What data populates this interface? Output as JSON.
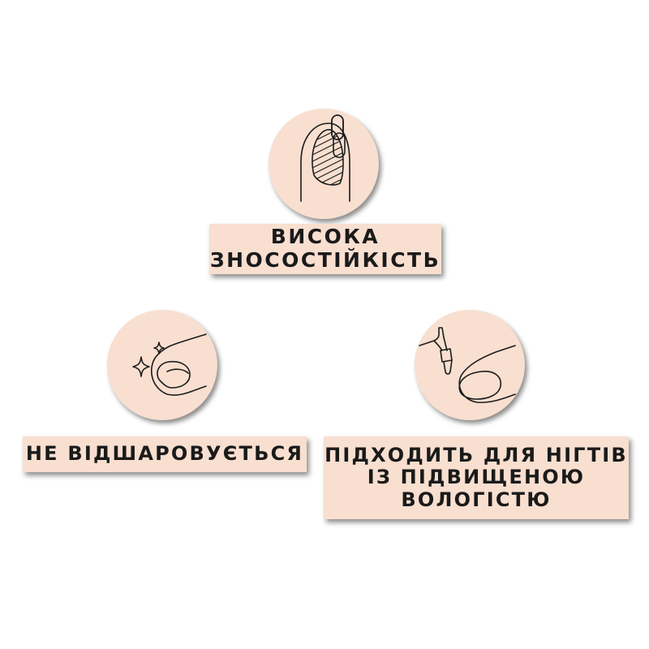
{
  "features": [
    {
      "icon": "nail-with-chain-icon",
      "lines": [
        "ВИСОКА",
        "ЗНОСОСТІЙКІСТЬ"
      ]
    },
    {
      "icon": "shiny-nail-icon",
      "lines": [
        "НЕ ВІДШАРОВУЄТЬСЯ"
      ]
    },
    {
      "icon": "nail-polish-brush-icon",
      "lines": [
        "ПІДХОДИТЬ ДЛЯ НІГТІВ",
        "ІЗ ПІДВИЩЕНОЮ",
        "ВОЛОГІСТЮ"
      ]
    }
  ],
  "colors": {
    "badge_background": "#f8dfd0",
    "text": "#1a1a1a",
    "page_background": "#ffffff"
  }
}
